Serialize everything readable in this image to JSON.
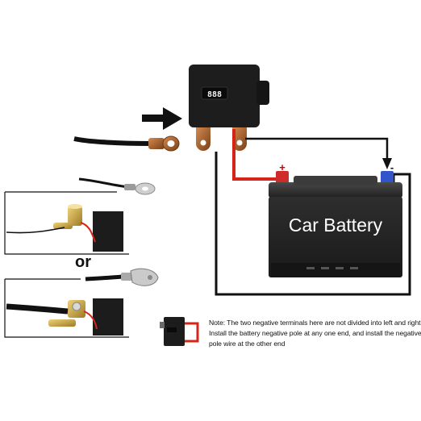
{
  "battery": {
    "label": "Car Battery",
    "positive_symbol": "+",
    "negative_symbol": "-"
  },
  "module": {
    "display": "888"
  },
  "alternative_label": "or",
  "note": {
    "lines": [
      "Note: The two negative terminals here are not divided into left and right.",
      "Install the battery negative pole at any one end, and install the negative",
      "pole wire at the other end"
    ]
  },
  "colors": {
    "positive_wire": "#d62418",
    "negative_wire": "#111111",
    "battery_body": "#2b2b2b",
    "module_body": "#1c1c1c",
    "copper": "#b5651d"
  }
}
